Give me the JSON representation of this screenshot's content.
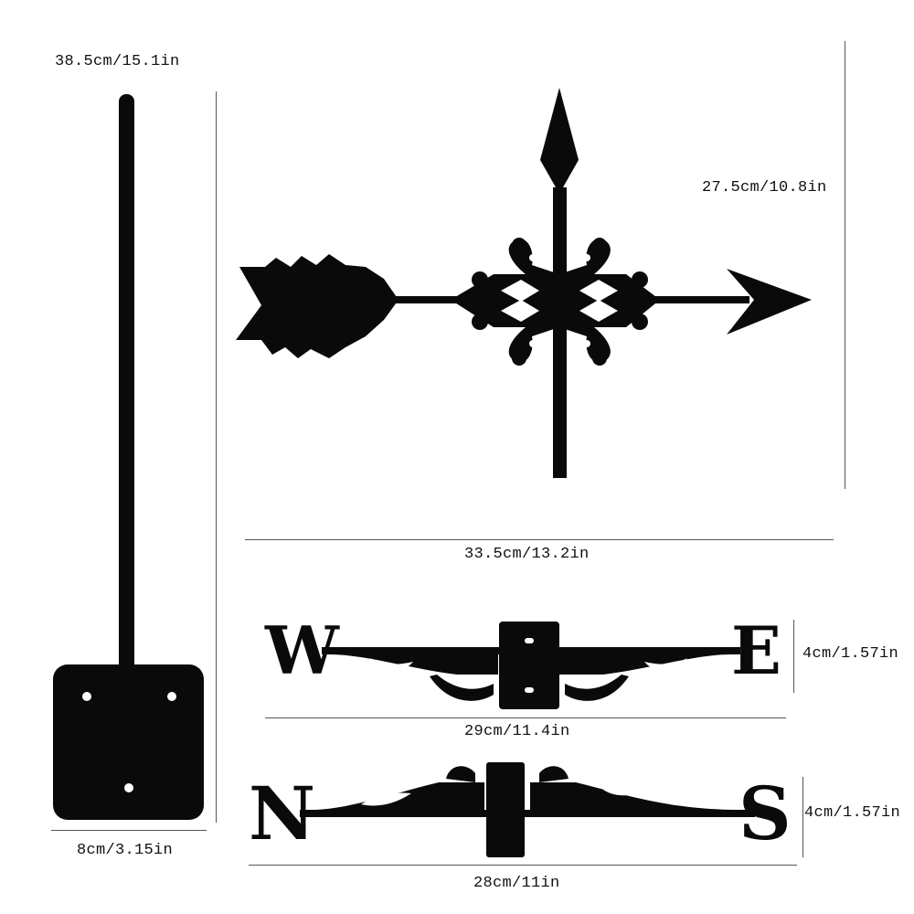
{
  "dimensions": {
    "pole_height": "38.5cm/15.1in",
    "base_width": "8cm/3.15in",
    "arrow_height": "27.5cm/10.8in",
    "arrow_width": "33.5cm/13.2in",
    "we_height": "4cm/1.57in",
    "we_width": "29cm/11.4in",
    "ns_height": "4cm/1.57in",
    "ns_width": "28cm/11in"
  },
  "directions": {
    "west": "W",
    "east": "E",
    "north": "N",
    "south": "S"
  },
  "colors": {
    "metal": "#0a0a0a",
    "background": "#ffffff",
    "rule": "#555555"
  }
}
